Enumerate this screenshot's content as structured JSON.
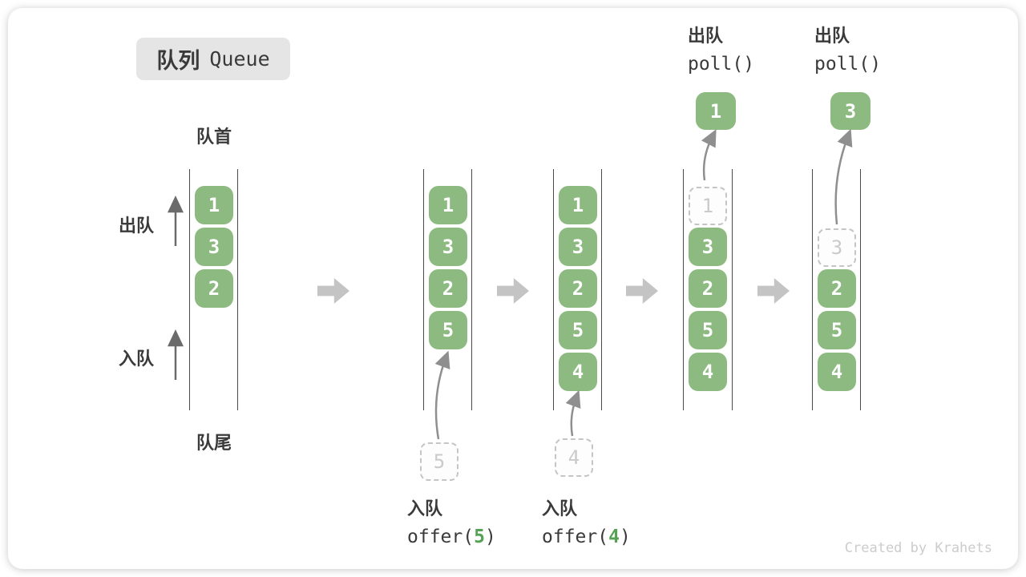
{
  "title": {
    "zh": "队列",
    "en": "Queue"
  },
  "labels": {
    "front": "队首",
    "rear": "队尾",
    "dequeue": "出队",
    "enqueue": "入队"
  },
  "operations": {
    "enqueue_5": {
      "label": "入队",
      "code_before": "offer(",
      "arg": "5",
      "code_after": ")"
    },
    "enqueue_4": {
      "label": "入队",
      "code_before": "offer(",
      "arg": "4",
      "code_after": ")"
    },
    "poll_1": {
      "label": "出队",
      "code": "poll()",
      "result": "1"
    },
    "poll_3": {
      "label": "出队",
      "code": "poll()",
      "result": "3"
    }
  },
  "columns": [
    {
      "slots": [
        {
          "value": "1"
        },
        {
          "value": "3"
        },
        {
          "value": "2"
        }
      ]
    },
    {
      "slots": [
        {
          "value": "1"
        },
        {
          "value": "3"
        },
        {
          "value": "2"
        },
        {
          "value": "5"
        }
      ],
      "ghost_below": "5"
    },
    {
      "slots": [
        {
          "value": "1"
        },
        {
          "value": "3"
        },
        {
          "value": "2"
        },
        {
          "value": "5"
        },
        {
          "value": "4"
        }
      ],
      "ghost_below": "4"
    },
    {
      "ghost_slot": "1",
      "slots": [
        {
          "value": "3"
        },
        {
          "value": "2"
        },
        {
          "value": "5"
        },
        {
          "value": "4"
        }
      ]
    },
    {
      "ghost_slot": "3",
      "slots": [
        {
          "value": "2"
        },
        {
          "value": "5"
        },
        {
          "value": "4"
        }
      ]
    }
  ],
  "colors": {
    "box_green": "#8cba80",
    "code_green": "#55a155",
    "block_arrow_gray": "#c4c4c4",
    "curve_arrow_gray": "#8f8f8f",
    "text_dark": "#3a3a3a",
    "title_bg": "#e5e5e5"
  },
  "footer": {
    "credit": "Created by Krahets"
  }
}
